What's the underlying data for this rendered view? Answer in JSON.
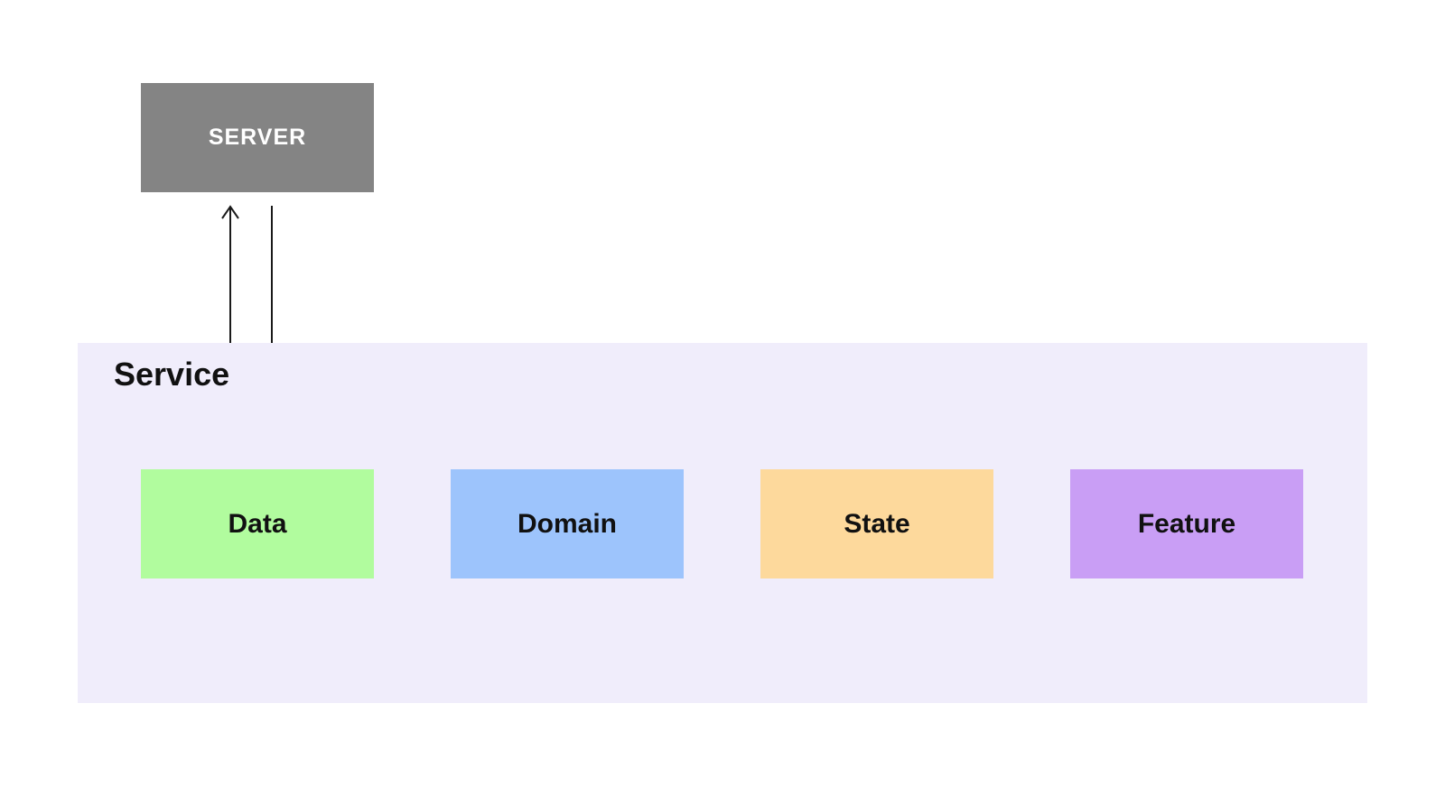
{
  "server": {
    "label": "SERVER",
    "bg": "#848484",
    "text_color": "#ffffff"
  },
  "service": {
    "label": "Service",
    "bg": "#f0edfb",
    "text_color": "#111111",
    "boxes": [
      {
        "label": "Data",
        "bg": "#b1fc9e"
      },
      {
        "label": "Domain",
        "bg": "#9dc4fc"
      },
      {
        "label": "State",
        "bg": "#fdd99c"
      },
      {
        "label": "Feature",
        "bg": "#c99ef5"
      }
    ]
  },
  "arrows": {
    "color": "#1a1a1a",
    "items": [
      {
        "from": "Data",
        "to": "SERVER",
        "direction": "up"
      },
      {
        "from": "SERVER",
        "to": "Data",
        "direction": "down"
      }
    ]
  }
}
